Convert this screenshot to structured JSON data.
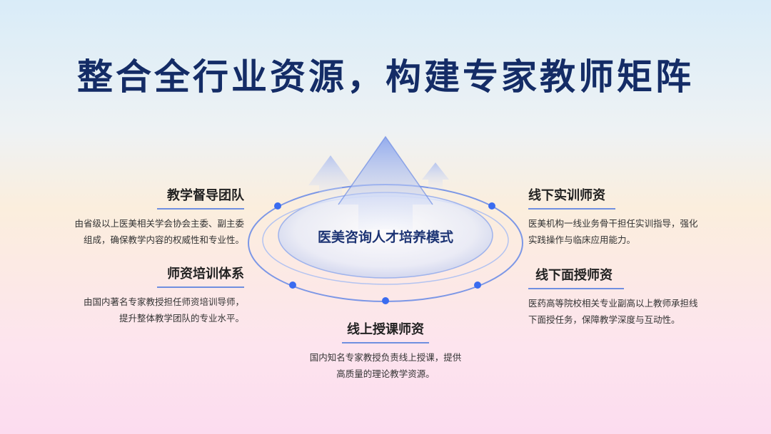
{
  "title": "整合全行业资源，构建专家教师矩阵",
  "center": "医美咨询人才培养模式",
  "blocks": [
    {
      "heading": "教学督导团队",
      "lines": [
        "由省级以上医美相关学会协会主委、副主委",
        "组成，确保教学内容的权威性和专业性。"
      ]
    },
    {
      "heading": "师资培训体系",
      "lines": [
        "由国内著名专家教授担任师资培训导师，",
        "提升整体教学团队的专业水平。"
      ]
    },
    {
      "heading": "线上授课师资",
      "lines": [
        "国内知名专家教授负责线上授课，提供",
        "高质量的理论教学资源。"
      ]
    },
    {
      "heading": "线下实训师资",
      "lines": [
        "医美机构一线业务骨干担任实训指导，强化",
        "实践操作与临床应用能力。"
      ]
    },
    {
      "heading": "线下面授师资",
      "lines": [
        "医药高等院校相关专业副高以上教师承担线",
        "下面授任务，保障教学深度与互动性。"
      ]
    }
  ],
  "colors": {
    "title": "#142c66",
    "accent": "#6f8fe0",
    "dot": "#3a6cf0"
  }
}
